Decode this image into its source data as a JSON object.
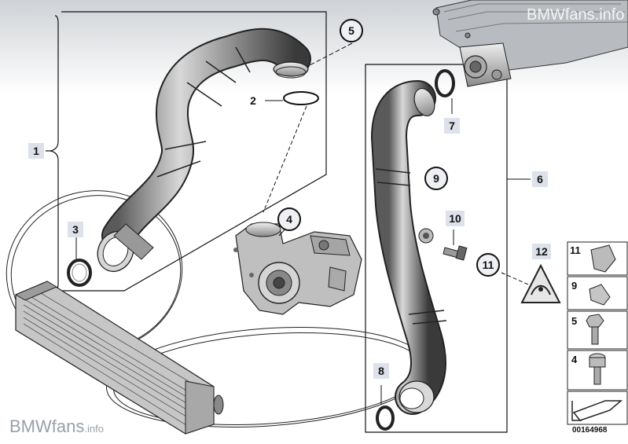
{
  "diagram": {
    "callouts": [
      {
        "id": "1",
        "style": "square"
      },
      {
        "id": "2",
        "style": "plain"
      },
      {
        "id": "3",
        "style": "square"
      },
      {
        "id": "4",
        "style": "circle"
      },
      {
        "id": "5",
        "style": "circle"
      },
      {
        "id": "6",
        "style": "square"
      },
      {
        "id": "7",
        "style": "square"
      },
      {
        "id": "8",
        "style": "square"
      },
      {
        "id": "9",
        "style": "circle"
      },
      {
        "id": "10",
        "style": "square"
      },
      {
        "id": "11",
        "style": "circle"
      },
      {
        "id": "12",
        "style": "square"
      }
    ],
    "legend": [
      {
        "label": "11",
        "icon": "clip-icon"
      },
      {
        "label": "9",
        "icon": "clamp-icon"
      },
      {
        "label": "5",
        "icon": "hex-bolt-icon"
      },
      {
        "label": "4",
        "icon": "socket-bolt-icon"
      }
    ],
    "diagram_number": "00164968"
  },
  "watermark_top": "BMWfans.info",
  "watermark_bottom": {
    "brand": "BMW",
    "fans": "fans",
    "suffix": ".info"
  },
  "colors": {
    "line": "#111111",
    "label_bg": "#dde2ea",
    "circle_bg": "#eef0f4",
    "watermark": "#9aa0a8"
  }
}
